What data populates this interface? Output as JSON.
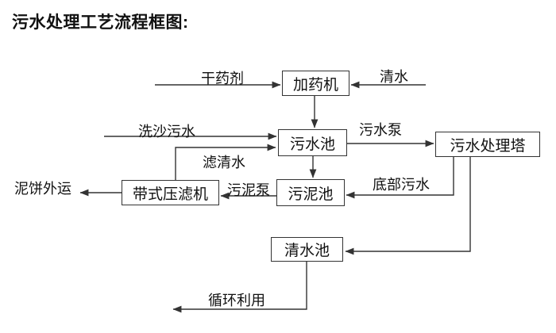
{
  "title": "污水处理工艺流程框图:",
  "nodes": {
    "dosing_machine": {
      "label": "加药机"
    },
    "sewage_pool": {
      "label": "污水池"
    },
    "treatment_tower": {
      "label": "污水处理塔"
    },
    "sludge_pool": {
      "label": "污泥池"
    },
    "belt_filter_press": {
      "label": "带式压滤机"
    },
    "clean_water_pool": {
      "label": "清水池"
    }
  },
  "edge_labels": {
    "dry_chemical": "干药剂",
    "clean_water": "清水",
    "sand_washing_sewage": "洗沙污水",
    "sewage_pump": "污水泵",
    "filtered_water": "滤清水",
    "sludge_pump": "污泥泵",
    "bottom_sewage": "底部污水",
    "mud_cake_outbound": "泥饼外运",
    "recycling": "循环利用"
  },
  "colors": {
    "line": "#333333",
    "text": "#111111",
    "background": "#ffffff"
  }
}
